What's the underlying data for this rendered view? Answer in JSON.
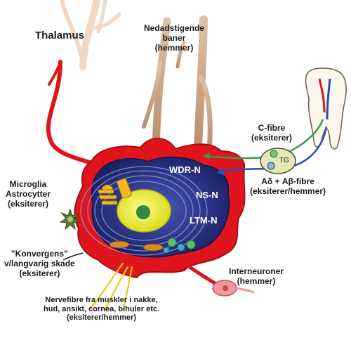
{
  "labels": {
    "thalamus": "Thalamus",
    "descending": [
      "Nedadstigende",
      "baner",
      "(hemmer)"
    ],
    "c_fibre": [
      "C-fibre",
      "(eksiterer)"
    ],
    "tg": "TG",
    "a_fibre": [
      "Aδ + Aβ-fibre",
      "(eksiterer/hemmer)"
    ],
    "microglia": [
      "Microglia",
      "Astrocytter",
      "(eksiterer)"
    ],
    "convergence": [
      "”Konvergens”",
      "v/langvarig skade",
      "(eksiterer)"
    ],
    "interneurons": [
      "Interneuroner",
      "(hemmer)"
    ],
    "nerve_fibres": [
      "Nervefibre fra muskler i nakke,",
      "hud, ansikt, cornea, bihuler etc.",
      "(eksiterer/hemmer)"
    ],
    "cell_wdr": "WDR-N",
    "cell_ns": "NS-N",
    "cell_ltm": "LTM-N"
  },
  "colors": {
    "neuron_red": "#e0141c",
    "neuron_dark_red": "#a80c12",
    "cytoplasm": "#232e7a",
    "nucleus": "#eef03c",
    "nucleolus": "#2f8a40",
    "descending_tan": "#caa383",
    "c_fibre_green": "#3d9a4a",
    "a_fibre_blue": "#2a4fb3",
    "nerve_yellow": "#f4c21f",
    "interneuron_pink": "#f09a9a",
    "microglia_green": "#5b7a3a"
  }
}
